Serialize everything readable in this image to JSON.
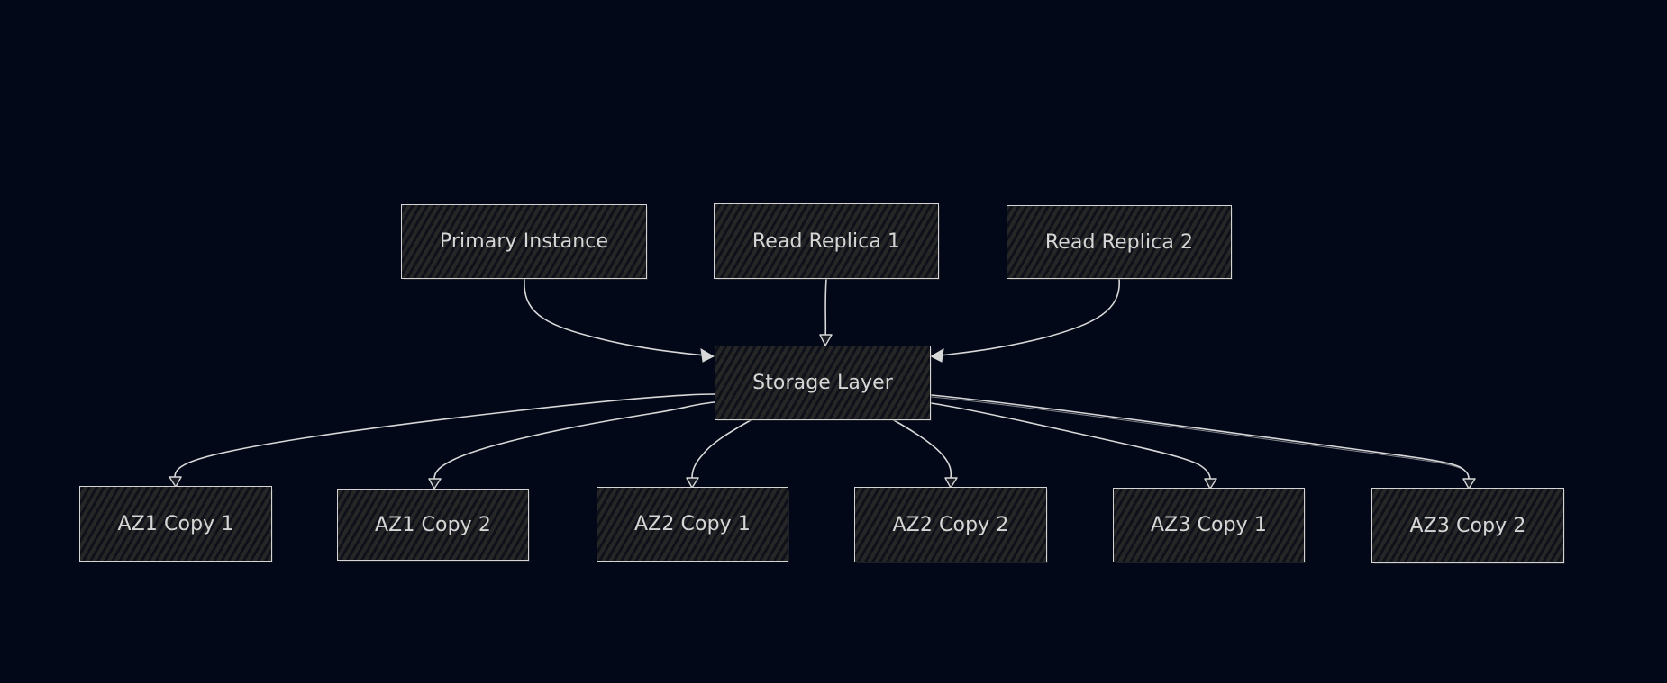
{
  "diagram": {
    "type": "flowchart",
    "style": "hand-drawn",
    "colors": {
      "background": "#030818",
      "node_fill": "#262626",
      "node_stroke": "#d4d4d4",
      "text": "#d6d6d6",
      "edge": "#d8d8d8"
    },
    "nodes": {
      "primary": {
        "label": "Primary Instance"
      },
      "replica1": {
        "label": "Read Replica 1"
      },
      "replica2": {
        "label": "Read Replica 2"
      },
      "storage": {
        "label": "Storage Layer"
      },
      "az1c1": {
        "label": "AZ1 Copy 1"
      },
      "az1c2": {
        "label": "AZ1 Copy 2"
      },
      "az2c1": {
        "label": "AZ2 Copy 1"
      },
      "az2c2": {
        "label": "AZ2 Copy 2"
      },
      "az3c1": {
        "label": "AZ3 Copy 1"
      },
      "az3c2": {
        "label": "AZ3 Copy 2"
      }
    },
    "edges": [
      {
        "from": "primary",
        "to": "storage",
        "arrow": "filled"
      },
      {
        "from": "replica1",
        "to": "storage",
        "arrow": "hatched"
      },
      {
        "from": "replica2",
        "to": "storage",
        "arrow": "filled"
      },
      {
        "from": "storage",
        "to": "az1c1",
        "arrow": "hatched"
      },
      {
        "from": "storage",
        "to": "az1c2",
        "arrow": "hatched"
      },
      {
        "from": "storage",
        "to": "az2c1",
        "arrow": "hatched"
      },
      {
        "from": "storage",
        "to": "az2c2",
        "arrow": "hatched"
      },
      {
        "from": "storage",
        "to": "az3c1",
        "arrow": "hatched"
      },
      {
        "from": "storage",
        "to": "az3c2",
        "arrow": "hatched"
      }
    ]
  }
}
